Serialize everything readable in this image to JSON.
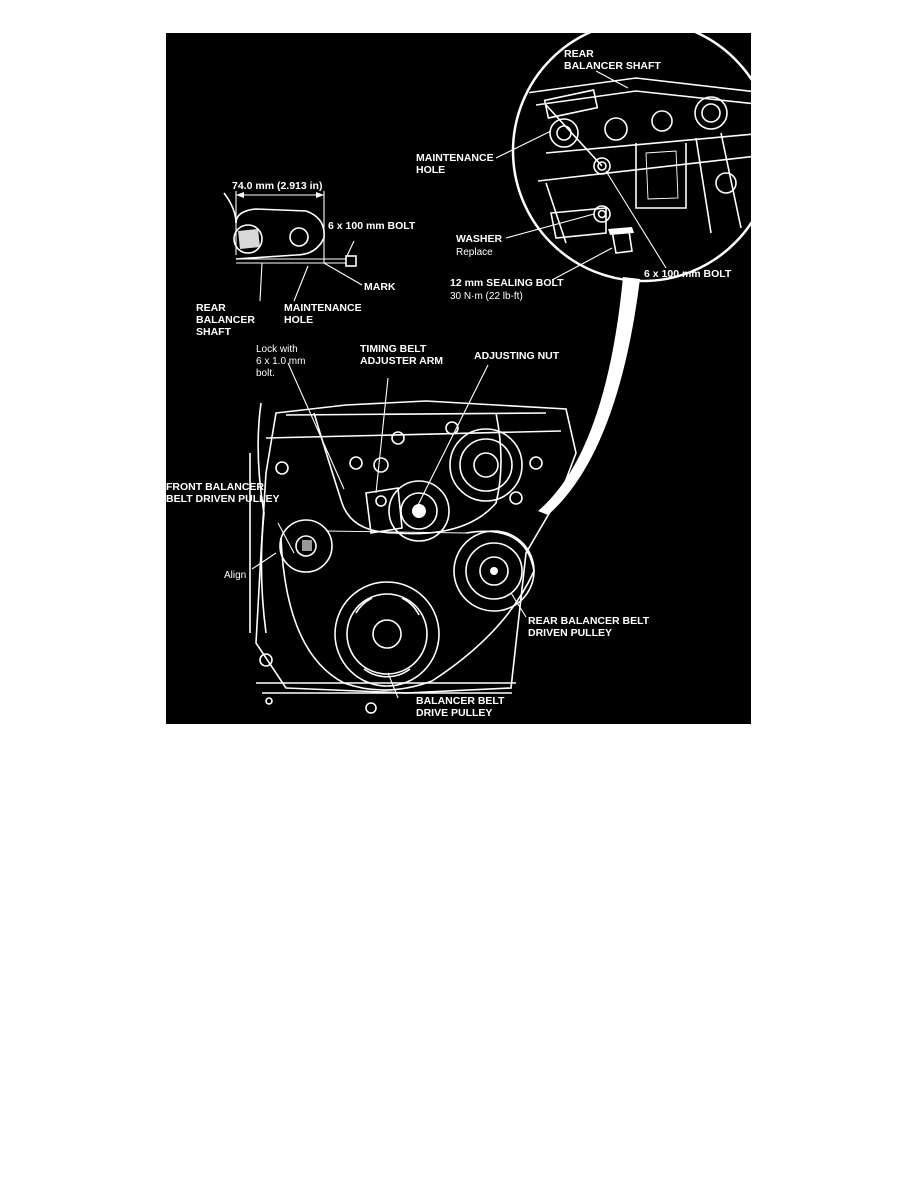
{
  "labels": {
    "rear_balancer_shaft_top": [
      "REAR",
      "BALANCER SHAFT"
    ],
    "maintenance_hole_top": [
      "MAINTENANCE",
      "HOLE"
    ],
    "washer": "WASHER",
    "replace": "Replace",
    "sealing_bolt": [
      "12 mm SEALING BOLT",
      "30 N·m (22 lb-ft)"
    ],
    "bolt_right": "6 x 100 mm BOLT",
    "dimension": "74.0 mm (2.913 in)",
    "bolt_left": "6  x 100 mm BOLT",
    "mark": "MARK",
    "rear_balancer_shaft_left": [
      "REAR",
      "BALANCER",
      "SHAFT"
    ],
    "maintenance_hole_left": [
      "MAINTENANCE",
      "HOLE"
    ],
    "lock_with": [
      "Lock with",
      "6 x 1.0 mm",
      "bolt."
    ],
    "timing_belt_adjuster_arm": [
      "TIMING BELT",
      "ADJUSTER ARM"
    ],
    "adjusting_nut": "ADJUSTING NUT",
    "front_balancer_pulley": [
      "FRONT BALANCER",
      "BELT DRIVEN PULLEY"
    ],
    "align": "Align",
    "rear_balancer_pulley": [
      "REAR BALANCER BELT",
      "DRIVEN PULLEY"
    ],
    "drive_pulley": [
      "BALANCER BELT",
      "DRIVE PULLEY"
    ]
  }
}
